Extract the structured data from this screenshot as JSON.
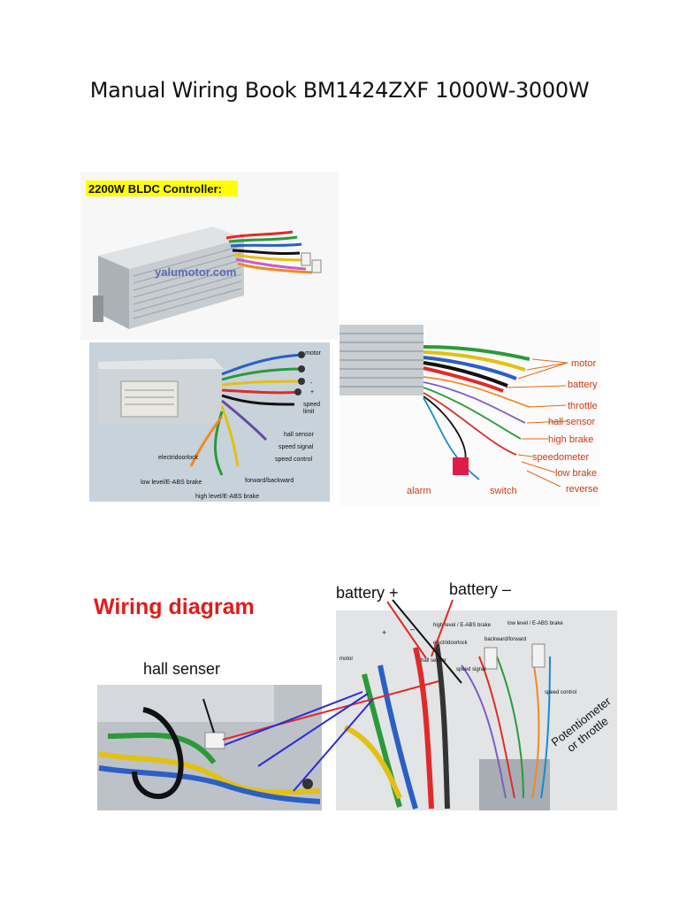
{
  "title": "Manual Wiring Book BM1424ZXF 1000W-3000W",
  "photo1": {
    "heading": "2200W BLDC Controller:",
    "watermark": "yalumotor.com"
  },
  "photo2": {
    "labels": {
      "motor": "motor",
      "minus": "-",
      "plus": "+",
      "speed_limit_1": "speed",
      "speed_limit_2": "limit",
      "hall_sensor": "hall sensor",
      "speed_signal": "speed signal",
      "speed_control": "speed control",
      "electridoorlock": "electridoorlock",
      "forward_backward": "forward/backward",
      "low_level": "low level/E-ABS brake",
      "high_level": "high level/E-ABS brake"
    }
  },
  "photo3": {
    "labels": {
      "motor": "motor",
      "battery": "battery",
      "throttle": "throttle",
      "hall_sensor": "hall sensor",
      "high_brake": "high brake",
      "speedometer": "speedometer",
      "low_brake": "low brake",
      "reverse": "reverse",
      "alarm": "alarm",
      "switch": "switch"
    }
  },
  "photo4": {
    "heading": "Wiring diagram",
    "battery_plus": "battery +",
    "battery_minus": "battery –",
    "hall_senser": "hall senser",
    "potentiometer_1": "Potentiometer",
    "potentiometer_2": "or throttle",
    "labels": {
      "motor": "motor",
      "plus": "+",
      "minus": "–",
      "electridoorlock": "electridoorlock",
      "hall_senser": "hall senser",
      "speed_signal": "speed signal",
      "high_level": "high level / E-ABS brake",
      "backward_forward": "backward/forward",
      "low_level": "low level / E-ABS brake",
      "speed_control": "speed control"
    }
  },
  "colors": {
    "heading_highlight": "#ffff00",
    "heading_red": "#e11b1b",
    "label_red": "#d21a1a",
    "aluminium": "#c9ced3"
  }
}
